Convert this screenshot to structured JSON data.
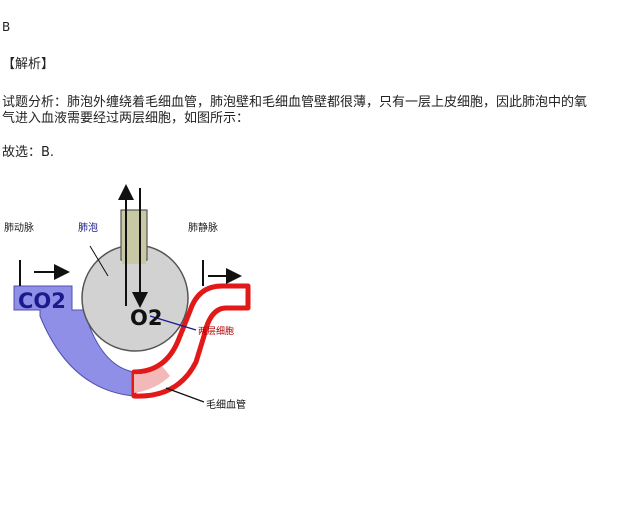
{
  "answer": "B",
  "heading": "【解析】",
  "analysis": {
    "line1": "试题分析：肺泡外缠绕着毛细血管，肺泡壁和毛细血管壁都很薄，只有一层上皮细胞，因此肺泡中的氧",
    "line2": "气进入血液需要经过两层细胞，如图所示："
  },
  "conclusion": "故选：B.",
  "figure": {
    "labels": {
      "artery": "肺动脉",
      "alveolus": "肺泡",
      "vein": "肺静脉",
      "co2": "CO2",
      "o2": "O2",
      "two_layers": "两层细胞",
      "capillary": "毛细血管"
    },
    "colors": {
      "artery_blue": "#8f8fe8",
      "vessel_red": "#e31818",
      "alveolus_gray": "#d2d2d2",
      "trachea_olive": "#c8c8a4",
      "label_blue": "#1a1a8c",
      "label_red": "#b00000"
    }
  }
}
